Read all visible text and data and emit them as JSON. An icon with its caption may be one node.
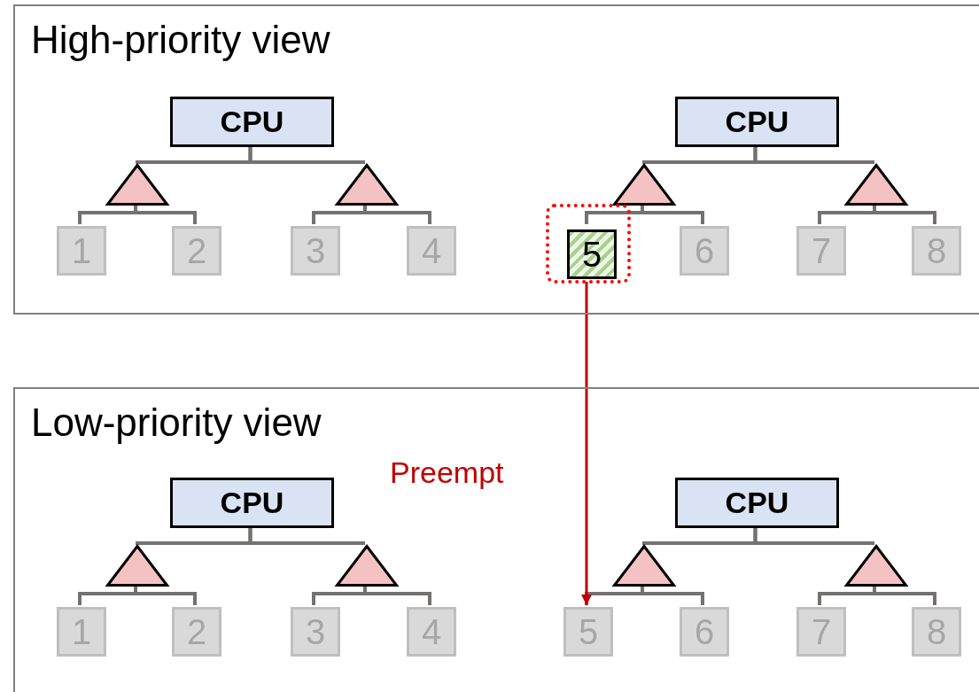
{
  "diagram": {
    "nodes": [
      {
        "text": [
          "High-priority view"
        ]
      },
      {
        "text": [
          "CPU"
        ],
        "in": 0
      },
      {
        "text": [
          "CPU"
        ],
        "in": 0
      },
      {
        "text": [],
        "shape": "triangle",
        "in": 0
      },
      {
        "text": [],
        "shape": "triangle",
        "in": 0
      },
      {
        "text": [],
        "shape": "triangle",
        "in": 0
      },
      {
        "text": [],
        "shape": "triangle",
        "in": 0
      },
      {
        "text": [
          "1"
        ],
        "in": 0
      },
      {
        "text": [
          "2"
        ],
        "in": 0
      },
      {
        "text": [
          "3"
        ],
        "in": 0
      },
      {
        "text": [
          "4"
        ],
        "in": 0
      },
      {
        "text": [],
        "shape": "box",
        "in": 0
      },
      {
        "text": [
          "5"
        ],
        "in": 11
      },
      {
        "text": [
          "6"
        ],
        "in": 0
      },
      {
        "text": [
          "7"
        ],
        "in": 0
      },
      {
        "text": [
          "8"
        ],
        "in": 0
      },
      {
        "text": [
          "Low-priority view"
        ]
      },
      {
        "text": [
          "CPU"
        ],
        "in": 16
      },
      {
        "text": [
          "CPU"
        ],
        "in": 16
      },
      {
        "text": [],
        "shape": "triangle",
        "in": 16
      },
      {
        "text": [],
        "shape": "triangle",
        "in": 16
      },
      {
        "text": [],
        "shape": "triangle",
        "in": 16
      },
      {
        "text": [],
        "shape": "triangle",
        "in": 16
      },
      {
        "text": [
          "1"
        ],
        "in": 16
      },
      {
        "text": [
          "2"
        ],
        "in": 16
      },
      {
        "text": [
          "3"
        ],
        "in": 16
      },
      {
        "text": [
          "4"
        ],
        "in": 16
      },
      {
        "text": [
          "5"
        ],
        "in": 16
      },
      {
        "text": [
          "6"
        ],
        "in": 16
      },
      {
        "text": [
          "7"
        ],
        "in": 16
      },
      {
        "text": [
          "8"
        ],
        "in": 16
      }
    ],
    "edges": [
      {
        "from": 1,
        "to": 3,
        "arrow": "none"
      },
      {
        "from": 1,
        "to": 4,
        "arrow": "none"
      },
      {
        "from": 2,
        "to": 5,
        "arrow": "none"
      },
      {
        "from": 2,
        "to": 6,
        "arrow": "none"
      },
      {
        "from": 3,
        "to": 7,
        "arrow": "none"
      },
      {
        "from": 3,
        "to": 8,
        "arrow": "none"
      },
      {
        "from": 4,
        "to": 9,
        "arrow": "none"
      },
      {
        "from": 4,
        "to": 10,
        "arrow": "none"
      },
      {
        "from": 5,
        "to": 12,
        "arrow": "none"
      },
      {
        "from": 5,
        "to": 13,
        "arrow": "none"
      },
      {
        "from": 6,
        "to": 14,
        "arrow": "none"
      },
      {
        "from": 6,
        "to": 15,
        "arrow": "none"
      },
      {
        "from": 17,
        "to": 19,
        "arrow": "none"
      },
      {
        "from": 17,
        "to": 20,
        "arrow": "none"
      },
      {
        "from": 18,
        "to": 21,
        "arrow": "none"
      },
      {
        "from": 18,
        "to": 22,
        "arrow": "none"
      },
      {
        "from": 19,
        "to": 23,
        "arrow": "none"
      },
      {
        "from": 19,
        "to": 24,
        "arrow": "none"
      },
      {
        "from": 20,
        "to": 25,
        "arrow": "none"
      },
      {
        "from": 20,
        "to": 26,
        "arrow": "none"
      },
      {
        "from": 21,
        "to": 27,
        "arrow": "none"
      },
      {
        "from": 21,
        "to": 28,
        "arrow": "none"
      },
      {
        "from": 22,
        "to": 29,
        "arrow": "none"
      },
      {
        "from": 22,
        "to": 30,
        "arrow": "none"
      },
      {
        "from": 11,
        "to": 27,
        "arrow": "to",
        "label": "Preempt",
        "color": "#c00000"
      }
    ]
  }
}
